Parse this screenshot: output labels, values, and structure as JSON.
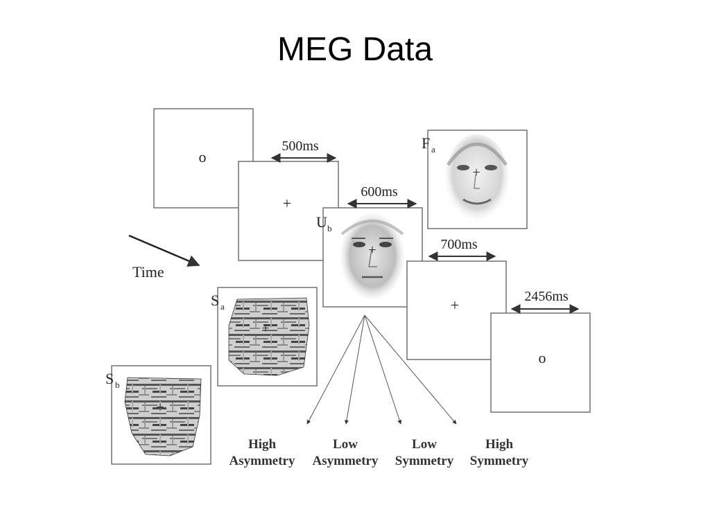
{
  "slide": {
    "title": "MEG Data"
  },
  "time_label": "Time",
  "frames": {
    "f1": {
      "symbol": "o"
    },
    "f2": {
      "symbol": "+"
    },
    "f3": {
      "symbol": "+"
    },
    "f4": {
      "symbol": "o"
    }
  },
  "durations": [
    "500ms",
    "600ms",
    "700ms",
    "2456ms"
  ],
  "stimuli": {
    "fa": {
      "label": "F",
      "sub": "a"
    },
    "ub": {
      "label": "U",
      "sub": "b"
    },
    "sa": {
      "label": "S",
      "sub": "a"
    },
    "sb": {
      "label": "S",
      "sub": "b"
    }
  },
  "conditions": [
    {
      "line1": "High",
      "line2": "Asymmetry"
    },
    {
      "line1": "Low",
      "line2": "Asymmetry"
    },
    {
      "line1": "Low",
      "line2": "Symmetry"
    },
    {
      "line1": "High",
      "line2": "Symmetry"
    }
  ],
  "colors": {
    "frame_border": "#666666",
    "text": "#222222",
    "background": "#ffffff"
  }
}
